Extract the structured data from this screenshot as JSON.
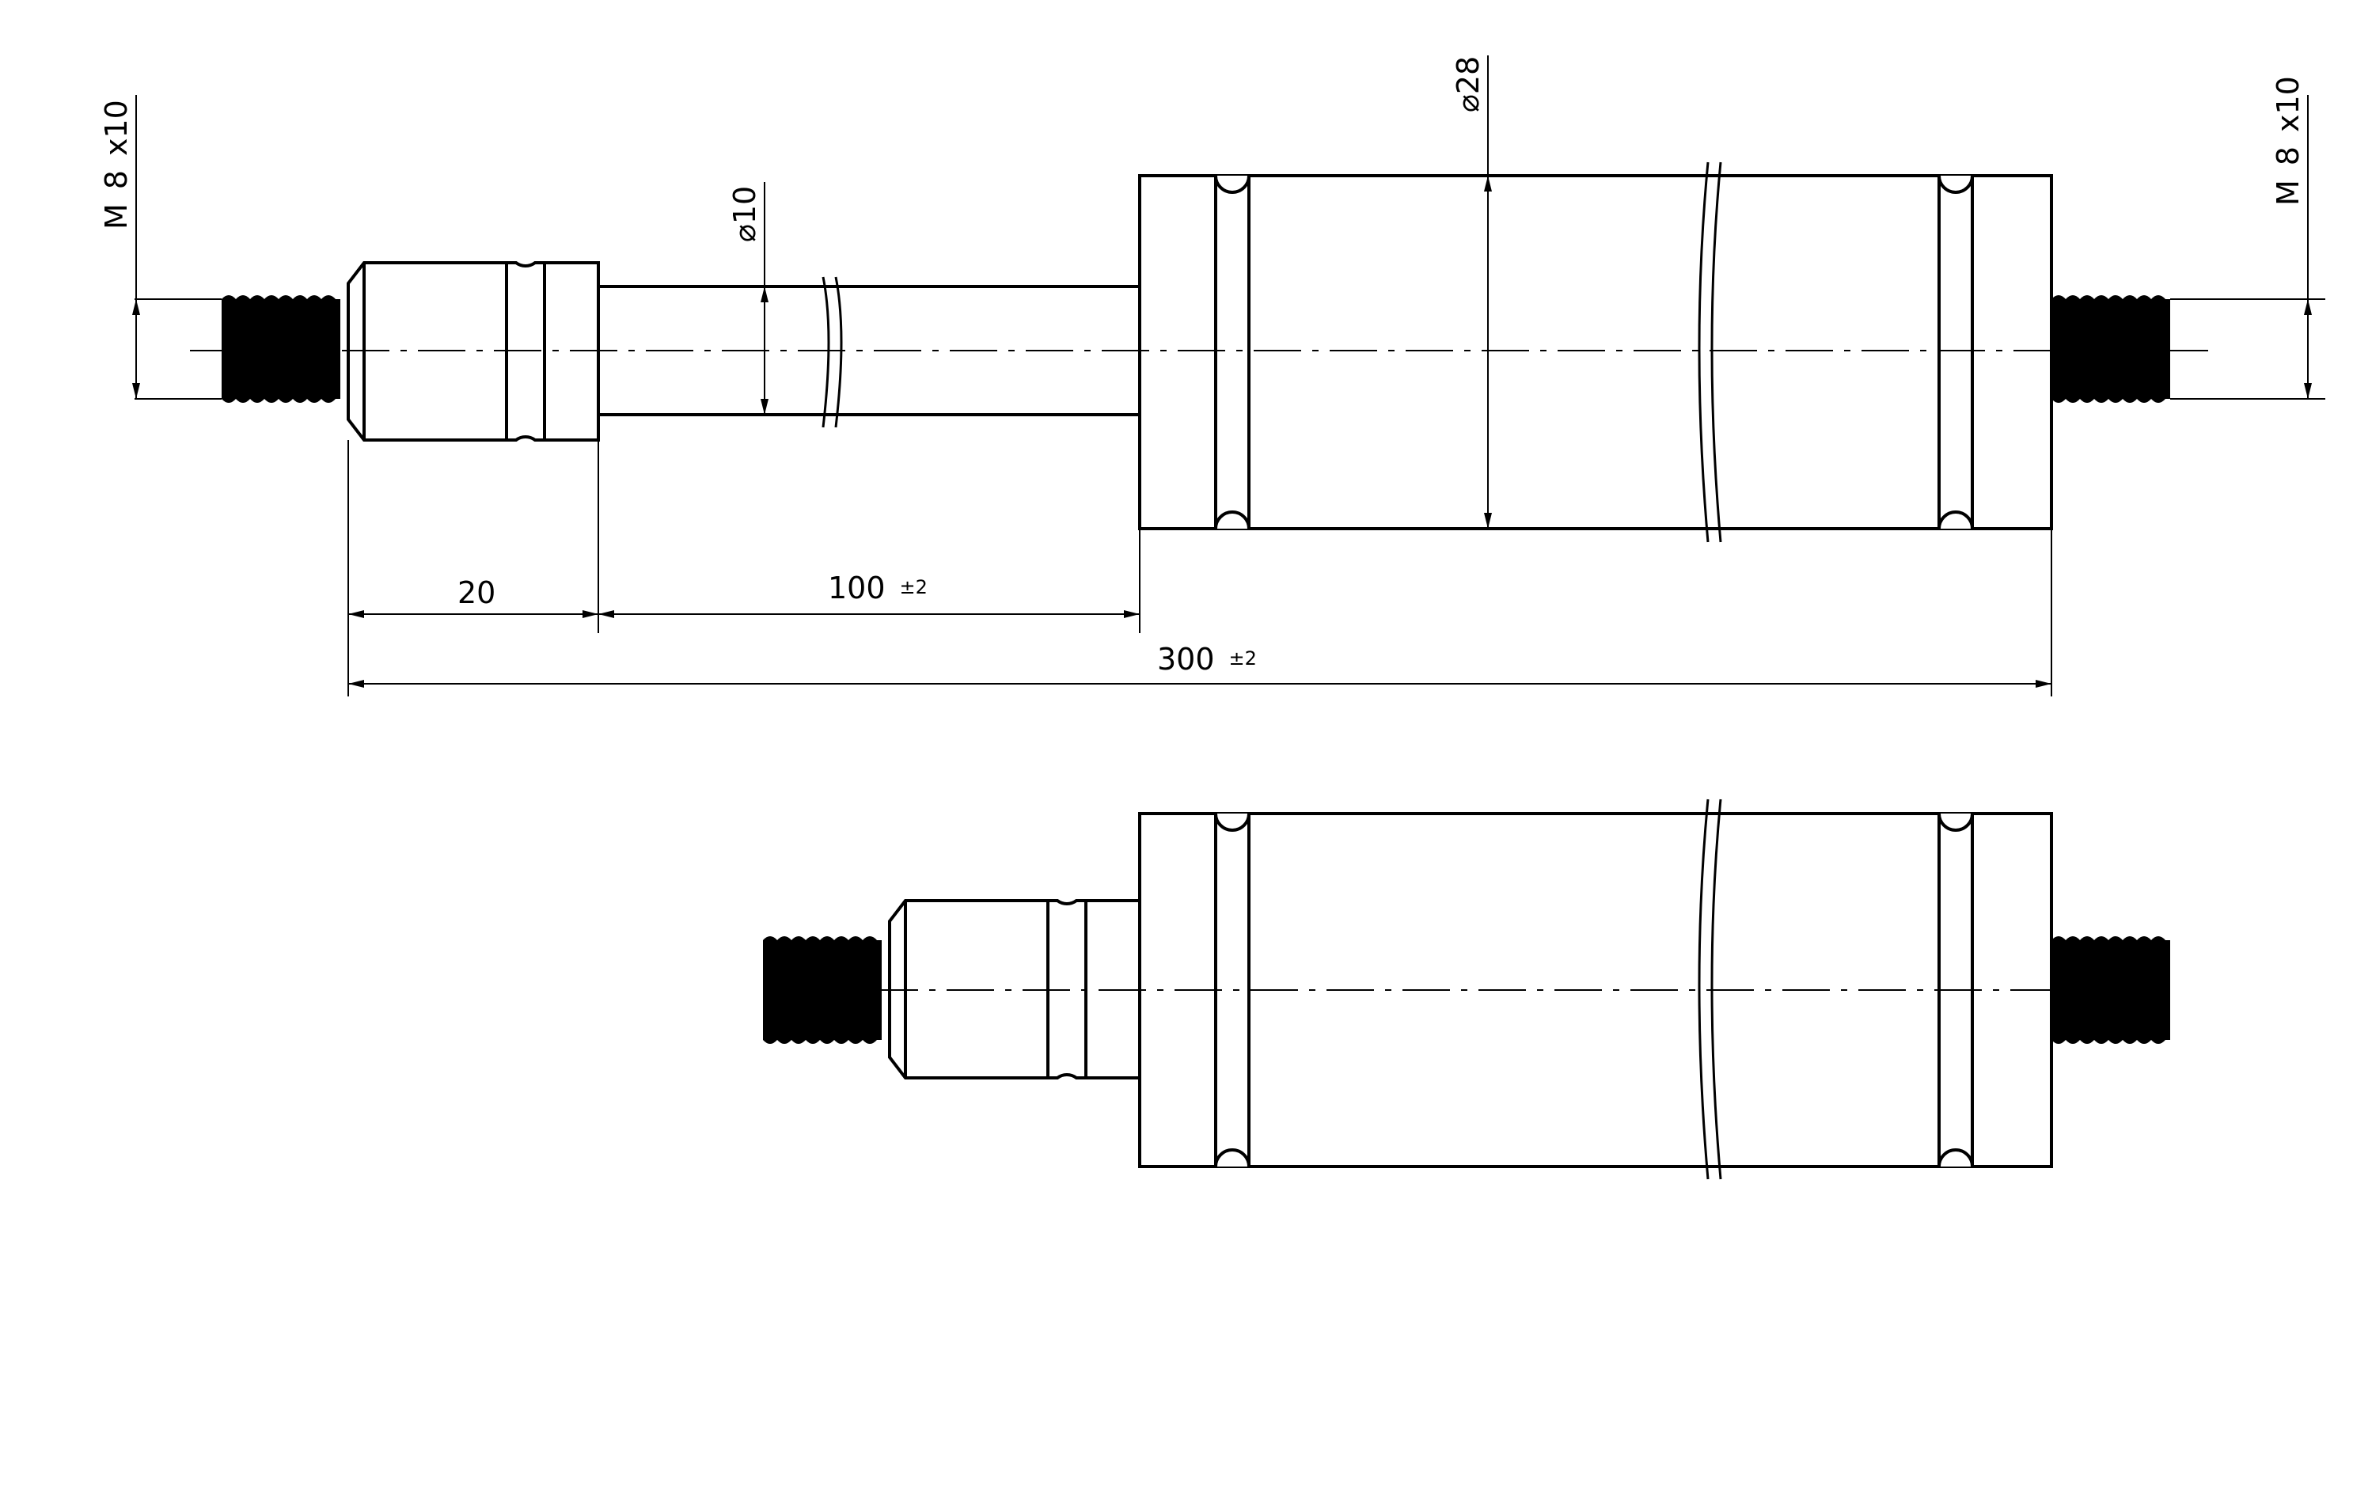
{
  "colors": {
    "line": "#000000",
    "background": "#ffffff",
    "thread_fill": "#000000"
  },
  "views": {
    "extended": {
      "name": "extended-position-view"
    },
    "retracted": {
      "name": "retracted-position-view"
    }
  },
  "dimensions": {
    "thread_left": {
      "prefix": "M",
      "size": "8",
      "suffix": "x10"
    },
    "thread_right": {
      "prefix": "M",
      "size": "8",
      "suffix": "x10"
    },
    "rod_diameter": "⌀10",
    "body_diameter": "⌀28",
    "end_length": {
      "value": "20"
    },
    "stroke_length": {
      "value": "100",
      "tolerance": "±2"
    },
    "overall_length": {
      "value": "300",
      "tolerance": "±2"
    }
  }
}
